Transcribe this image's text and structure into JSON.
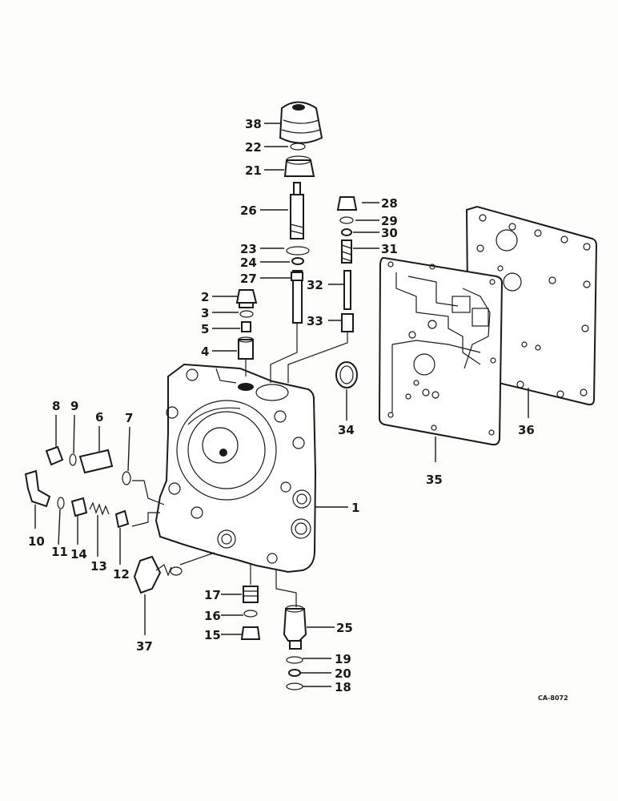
{
  "diagram": {
    "figure_code": "CA-8072",
    "labels": {
      "p1": "1",
      "p2": "2",
      "p3": "3",
      "p4": "4",
      "p5": "5",
      "p6": "6",
      "p7": "7",
      "p8": "8",
      "p9": "9",
      "p10": "10",
      "p11": "11",
      "p12": "12",
      "p13": "13",
      "p14": "14",
      "p15": "15",
      "p16": "16",
      "p17": "17",
      "p18": "18",
      "p19": "19",
      "p20": "20",
      "p21": "21",
      "p22": "22",
      "p23": "23",
      "p24": "24",
      "p25": "25",
      "p26": "26",
      "p27": "27",
      "p28": "28",
      "p29": "29",
      "p30": "30",
      "p31": "31",
      "p32": "32",
      "p33": "33",
      "p34": "34",
      "p35": "35",
      "p36": "36",
      "p37": "37",
      "p38": "38"
    }
  }
}
